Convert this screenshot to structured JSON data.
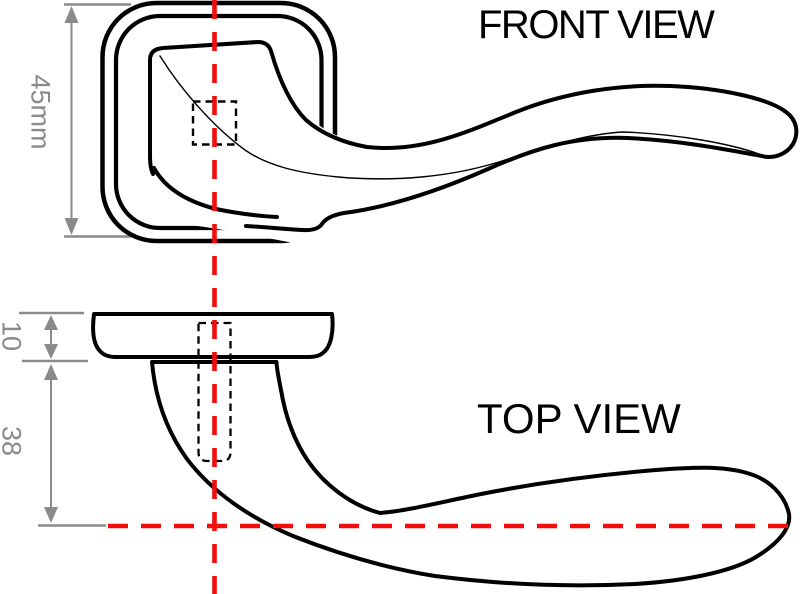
{
  "labels": {
    "front_view": "FRONT VIEW",
    "top_view": "TOP VIEW"
  },
  "dimensions": {
    "rose_size": "45mm",
    "rose_thickness": "10",
    "projection": "38"
  },
  "colors": {
    "outline": "#000000",
    "dimension_gray": "#8a8a8a",
    "centerline_red": "#f20d0d",
    "background": "#ffffff"
  }
}
